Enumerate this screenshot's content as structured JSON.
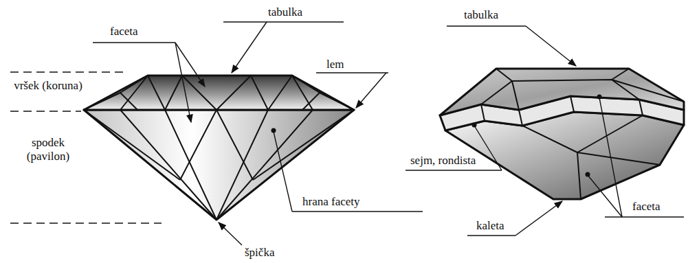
{
  "diagram": {
    "labels": [
      "faceta",
      "tabulka",
      "lem",
      "vršek (koruna)",
      "spodek (pavilon)",
      "hrana facety",
      "špička",
      "tabulka",
      "sejm, rondista",
      "kaleta",
      "faceta"
    ]
  }
}
